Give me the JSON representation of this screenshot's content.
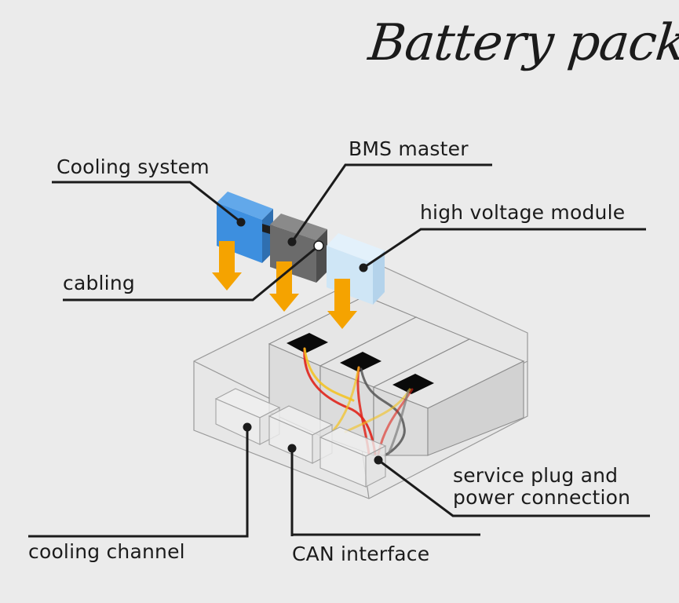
{
  "title": "Battery pack",
  "labels": {
    "cooling_system": "Cooling system",
    "bms_master": "BMS master",
    "high_voltage_module": "high voltage module",
    "cabling": "cabling",
    "service_plug_line1": "service plug and",
    "service_plug_line2": "power connection",
    "cooling_channel": "cooling channel",
    "can_interface": "CAN interface"
  },
  "colors": {
    "background": "#ebebeb",
    "cooling_system": "#3d8fdf",
    "bms_master": "#6b6b6b",
    "high_voltage_module": "#cfe6f6",
    "arrow": "#f5a300",
    "leader_line": "#1b1b1b",
    "cable_red": "#e0241b",
    "cable_yellow": "#f4c21c",
    "cable_gray": "#7c7c7c"
  }
}
